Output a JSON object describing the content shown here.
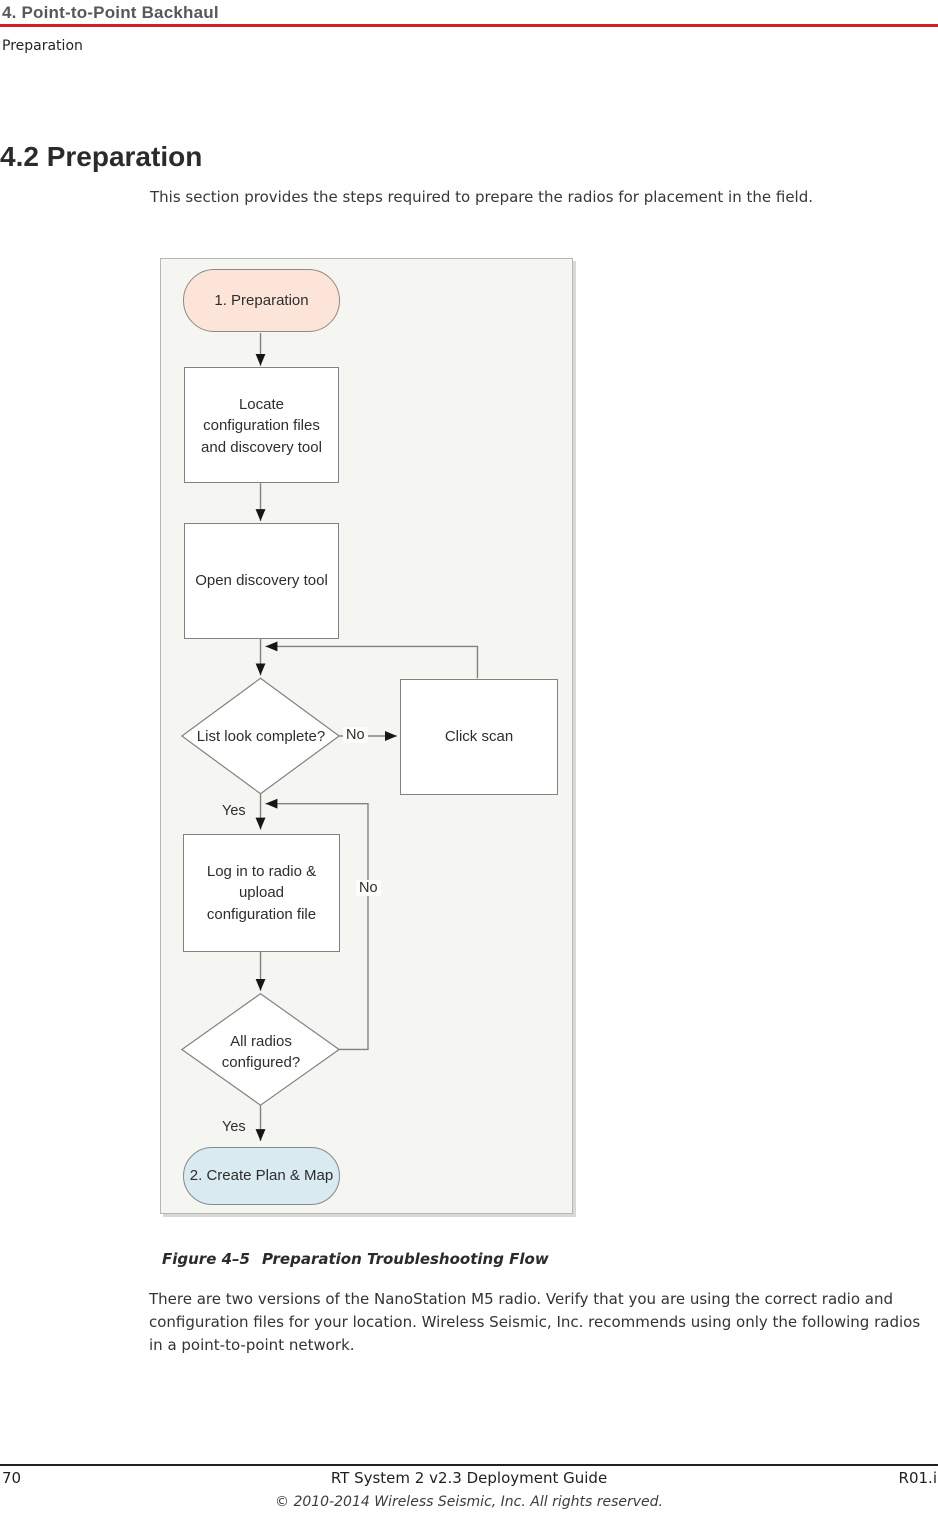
{
  "header": {
    "chapter": "4. Point-to-Point Backhaul",
    "section": "Preparation"
  },
  "section": {
    "heading": "4.2 Preparation",
    "intro": "This section provides the steps required to prepare the radios for placement in the field."
  },
  "figure": {
    "caption_label": "Figure 4–5",
    "caption_title": "Preparation Troubleshooting Flow",
    "flowchart": {
      "nodes": {
        "start": "1. Preparation",
        "locate": "Locate configuration files and discovery tool",
        "open_tool": "Open discovery tool",
        "list_complete": "List look complete?",
        "click_scan": "Click scan",
        "login_upload": "Log in to radio & upload configuration file",
        "all_configured": "All radios configured?",
        "end": "2. Create Plan & Map"
      },
      "labels": {
        "no_scan": "No",
        "yes_list": "Yes",
        "no_configured": "No",
        "yes_configured": "Yes"
      }
    }
  },
  "body_text": "There are two versions of the NanoStation M5 radio. Verify that you are using the correct radio and configuration files for your location. Wireless Seismic, Inc. recommends using only the following radios in a point-to-point network.",
  "footer": {
    "page_number": "70",
    "doc_title": "RT System 2 v2.3 Deployment Guide",
    "revision": "R01.i",
    "copyright": "© 2010-2014 Wireless Seismic, Inc. All rights reserved."
  },
  "colors": {
    "accent_red": "#cf2028",
    "start_node_fill": "#fce5d8",
    "end_node_fill": "#d9eaf1",
    "flowchart_bg": "#f5f5f2",
    "line_gray": "#818181"
  }
}
